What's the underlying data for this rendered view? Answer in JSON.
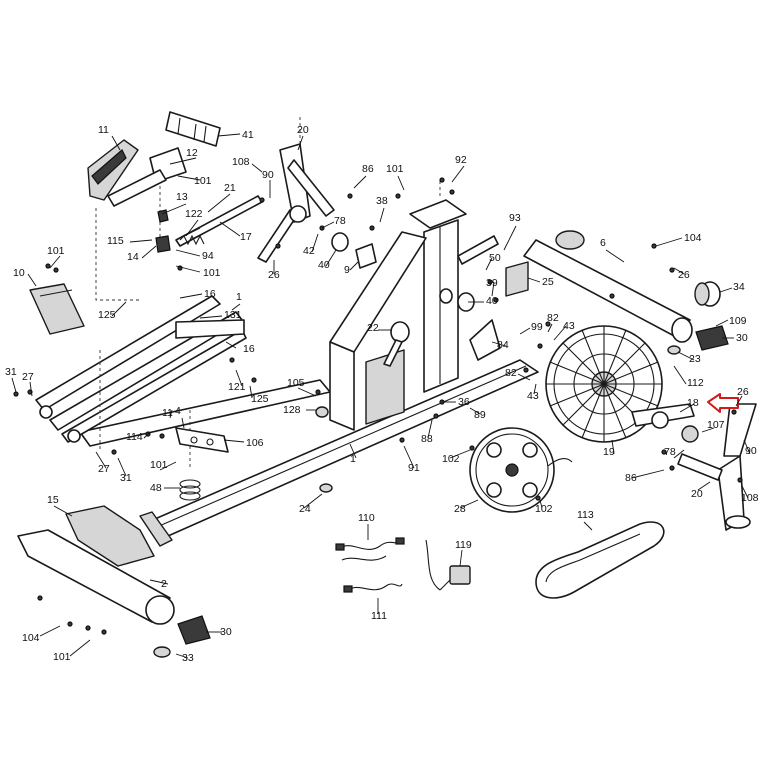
{
  "diagram": {
    "highlight_color": "#d21a1a",
    "line_color": "#1a1a1a",
    "labels": [
      {
        "id": "lbl-11a",
        "text": "11"
      },
      {
        "id": "lbl-12",
        "text": "12"
      },
      {
        "id": "lbl-101a",
        "text": "101"
      },
      {
        "id": "lbl-41",
        "text": "41"
      },
      {
        "id": "lbl-20a",
        "text": "20"
      },
      {
        "id": "lbl-108a",
        "text": "108"
      },
      {
        "id": "lbl-90a",
        "text": "90"
      },
      {
        "id": "lbl-21",
        "text": "21"
      },
      {
        "id": "lbl-13",
        "text": "13"
      },
      {
        "id": "lbl-122",
        "text": "122"
      },
      {
        "id": "lbl-17",
        "text": "17"
      },
      {
        "id": "lbl-115",
        "text": "115"
      },
      {
        "id": "lbl-14a",
        "text": "14"
      },
      {
        "id": "lbl-94",
        "text": "94"
      },
      {
        "id": "lbl-101b",
        "text": "101"
      },
      {
        "id": "lbl-101c",
        "text": "101"
      },
      {
        "id": "lbl-10",
        "text": "10"
      },
      {
        "id": "lbl-16a",
        "text": "16"
      },
      {
        "id": "lbl-1a",
        "text": "1"
      },
      {
        "id": "lbl-125a",
        "text": "125"
      },
      {
        "id": "lbl-131",
        "text": "131"
      },
      {
        "id": "lbl-16b",
        "text": "16"
      },
      {
        "id": "lbl-31a",
        "text": "31"
      },
      {
        "id": "lbl-27a",
        "text": "27"
      },
      {
        "id": "lbl-121",
        "text": "121"
      },
      {
        "id": "lbl-125b",
        "text": "125"
      },
      {
        "id": "lbl-11b",
        "text": "11"
      },
      {
        "id": "lbl-4",
        "text": "4"
      },
      {
        "id": "lbl-114",
        "text": "114"
      },
      {
        "id": "lbl-106",
        "text": "106"
      },
      {
        "id": "lbl-27b",
        "text": "27"
      },
      {
        "id": "lbl-31b",
        "text": "31"
      },
      {
        "id": "lbl-101d",
        "text": "101"
      },
      {
        "id": "lbl-48",
        "text": "48"
      },
      {
        "id": "lbl-86a",
        "text": "86"
      },
      {
        "id": "lbl-101e",
        "text": "101"
      },
      {
        "id": "lbl-92",
        "text": "92"
      },
      {
        "id": "lbl-38",
        "text": "38"
      },
      {
        "id": "lbl-78a",
        "text": "78"
      },
      {
        "id": "lbl-42",
        "text": "42"
      },
      {
        "id": "lbl-40a",
        "text": "40"
      },
      {
        "id": "lbl-26a",
        "text": "26"
      },
      {
        "id": "lbl-9",
        "text": "9"
      },
      {
        "id": "lbl-93",
        "text": "93"
      },
      {
        "id": "lbl-50",
        "text": "50"
      },
      {
        "id": "lbl-39",
        "text": "39"
      },
      {
        "id": "lbl-25",
        "text": "25"
      },
      {
        "id": "lbl-40b",
        "text": "40"
      },
      {
        "id": "lbl-6",
        "text": "6"
      },
      {
        "id": "lbl-104a",
        "text": "104"
      },
      {
        "id": "lbl-26b",
        "text": "26"
      },
      {
        "id": "lbl-34",
        "text": "34"
      },
      {
        "id": "lbl-109",
        "text": "109"
      },
      {
        "id": "lbl-30a",
        "text": "30"
      },
      {
        "id": "lbl-23",
        "text": "23"
      },
      {
        "id": "lbl-22",
        "text": "22"
      },
      {
        "id": "lbl-99",
        "text": "99"
      },
      {
        "id": "lbl-82a",
        "text": "82"
      },
      {
        "id": "lbl-43a",
        "text": "43"
      },
      {
        "id": "lbl-84",
        "text": "84"
      },
      {
        "id": "lbl-82b",
        "text": "82"
      },
      {
        "id": "lbl-43b",
        "text": "43"
      },
      {
        "id": "lbl-112",
        "text": "112"
      },
      {
        "id": "lbl-26c",
        "text": "26"
      },
      {
        "id": "lbl-18",
        "text": "18"
      },
      {
        "id": "lbl-105",
        "text": "105"
      },
      {
        "id": "lbl-128",
        "text": "128"
      },
      {
        "id": "lbl-36",
        "text": "36"
      },
      {
        "id": "lbl-89",
        "text": "89"
      },
      {
        "id": "lbl-88",
        "text": "88"
      },
      {
        "id": "lbl-107",
        "text": "107"
      },
      {
        "id": "lbl-19",
        "text": "19"
      },
      {
        "id": "lbl-78b",
        "text": "78"
      },
      {
        "id": "lbl-90b",
        "text": "90"
      },
      {
        "id": "lbl-102a",
        "text": "102"
      },
      {
        "id": "lbl-91",
        "text": "91"
      },
      {
        "id": "lbl-1b",
        "text": "1"
      },
      {
        "id": "lbl-86b",
        "text": "86"
      },
      {
        "id": "lbl-20b",
        "text": "20"
      },
      {
        "id": "lbl-108b",
        "text": "108"
      },
      {
        "id": "lbl-24",
        "text": "24"
      },
      {
        "id": "lbl-28",
        "text": "28"
      },
      {
        "id": "lbl-102b",
        "text": "102"
      },
      {
        "id": "lbl-15",
        "text": "15"
      },
      {
        "id": "lbl-110",
        "text": "110"
      },
      {
        "id": "lbl-119",
        "text": "119"
      },
      {
        "id": "lbl-113",
        "text": "113"
      },
      {
        "id": "lbl-2",
        "text": "2"
      },
      {
        "id": "lbl-111",
        "text": "111"
      },
      {
        "id": "lbl-104b",
        "text": "104"
      },
      {
        "id": "lbl-30b",
        "text": "30"
      },
      {
        "id": "lbl-101f",
        "text": "101"
      },
      {
        "id": "lbl-33",
        "text": "33"
      }
    ]
  }
}
